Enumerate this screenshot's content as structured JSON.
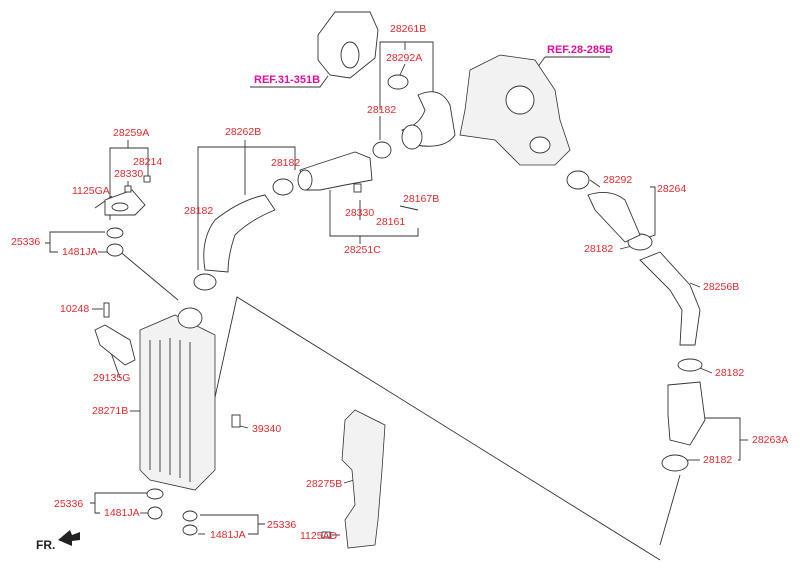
{
  "diagram": {
    "labels": {
      "ref_31_351b": "REF.31-351B",
      "ref_28_285b": "REF.28-285B",
      "p28261b": "28261B",
      "p28292a": "28292A",
      "p28182_a": "28182",
      "p28259a": "28259A",
      "p28262b": "28262B",
      "p28214": "28214",
      "p28182_b": "28182",
      "p28330_a": "28330",
      "p1125ga": "1125GA",
      "p28182_c": "28182",
      "p28330_b": "28330",
      "p28167b": "28167B",
      "p28161": "28161",
      "p28251c": "28251C",
      "p28292": "28292",
      "p28264": "28264",
      "p28182_d": "28182",
      "p25336_a": "25336",
      "p1481ja_a": "1481JA",
      "p28256b": "28256B",
      "p10248": "10248",
      "p29135g": "29135G",
      "p28182_e": "28182",
      "p28271b": "28271B",
      "p39340": "39340",
      "p28263a": "28263A",
      "p28182_f": "28182",
      "p28275b": "28275B",
      "p25336_b": "25336",
      "p1481ja_b": "1481JA",
      "p25336_c": "25336",
      "p1481ja_c": "1481JA",
      "p1125ad": "1125AD",
      "fr": "FR."
    },
    "colors": {
      "part_label": "#e8282d",
      "reference_label": "#e0109a"
    }
  }
}
